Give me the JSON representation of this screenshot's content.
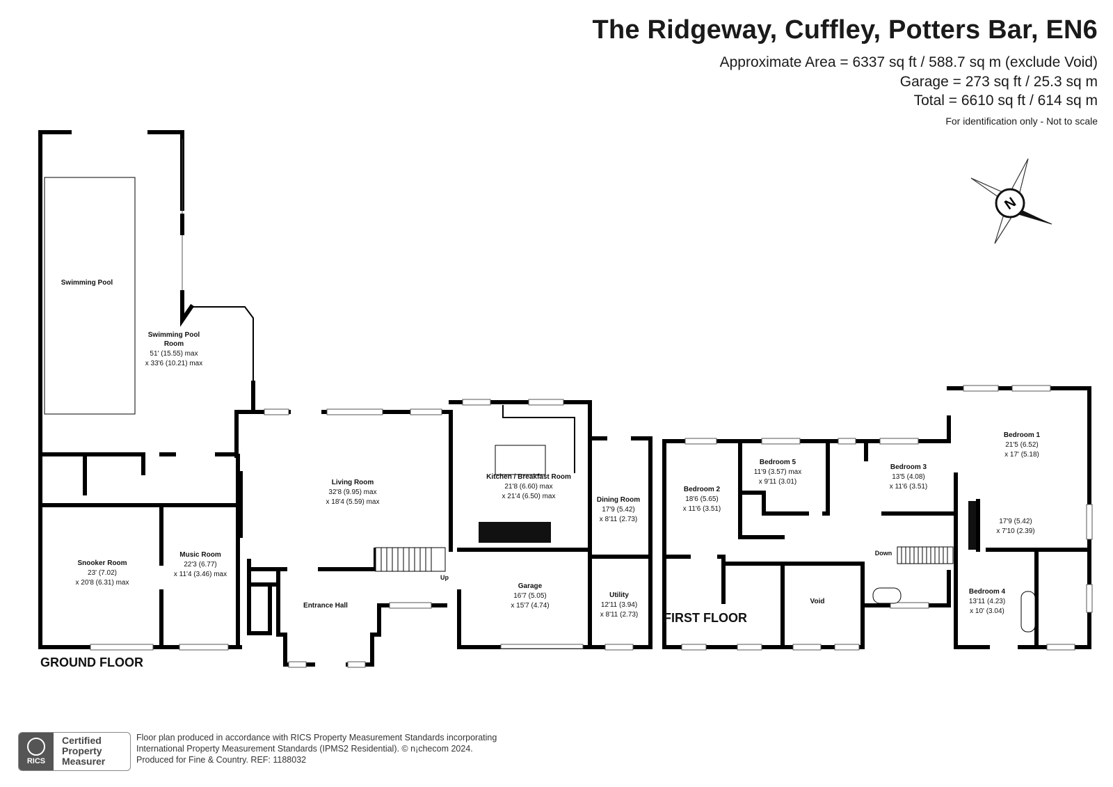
{
  "header": {
    "title": "The Ridgeway, Cuffley, Potters Bar, EN6",
    "area_line": "Approximate Area = 6337 sq ft / 588.7 sq m (exclude Void)",
    "garage_line": "Garage = 273 sq ft / 25.3 sq m",
    "total_line": "Total = 6610 sq ft / 614 sq m",
    "note": "For identification only - Not to scale"
  },
  "compass": {
    "icon": "north-arrow-icon",
    "letter": "N"
  },
  "ground_floor": {
    "label": "GROUND FLOOR",
    "rooms": {
      "swimming_pool": {
        "name": "Swimming Pool"
      },
      "pool_room": {
        "name1": "Swimming Pool",
        "name2": "Room",
        "dim1": "51' (15.55) max",
        "dim2": "x 33'6 (10.21) max"
      },
      "snooker": {
        "name": "Snooker Room",
        "dim1": "23' (7.02)",
        "dim2": "x 20'8 (6.31) max"
      },
      "music": {
        "name": "Music Room",
        "dim1": "22'3 (6.77)",
        "dim2": "x 11'4 (3.46) max"
      },
      "living": {
        "name": "Living Room",
        "dim1": "32'8 (9.95) max",
        "dim2": "x 18'4 (5.59) max"
      },
      "kitchen": {
        "name": "Kitchen / Breakfast Room",
        "dim1": "21'8 (6.60) max",
        "dim2": "x 21'4 (6.50) max"
      },
      "dining": {
        "name": "Dining Room",
        "dim1": "17'9 (5.42)",
        "dim2": "x 8'11 (2.73)"
      },
      "utility": {
        "name": "Utility",
        "dim1": "12'11 (3.94)",
        "dim2": "x 8'11 (2.73)"
      },
      "garage": {
        "name": "Garage",
        "dim1": "16'7 (5.05)",
        "dim2": "x 15'7 (4.74)"
      },
      "entrance": {
        "name": "Entrance Hall"
      }
    },
    "stairs_label": "Up"
  },
  "first_floor": {
    "label": "FIRST FLOOR",
    "rooms": {
      "bed1": {
        "name": "Bedroom 1",
        "dim1": "21'5 (6.52)",
        "dim2": "x 17' (5.18)"
      },
      "bed1_dress": {
        "dim1": "17'9 (5.42)",
        "dim2": "x 7'10 (2.39)"
      },
      "bed2": {
        "name": "Bedroom 2",
        "dim1": "18'6 (5.65)",
        "dim2": "x 11'6 (3.51)"
      },
      "bed3": {
        "name": "Bedroom 3",
        "dim1": "13'5 (4.08)",
        "dim2": "x 11'6 (3.51)"
      },
      "bed4": {
        "name": "Bedroom 4",
        "dim1": "13'11 (4.23)",
        "dim2": "x 10' (3.04)"
      },
      "bed5": {
        "name": "Bedroom 5",
        "dim1": "11'9 (3.57) max",
        "dim2": "x 9'11 (3.01)"
      },
      "void": {
        "name": "Void"
      }
    },
    "stairs_label": "Down"
  },
  "footer": {
    "badge_line1": "Certified",
    "badge_line2": "Property",
    "badge_line3": "Measurer",
    "badge_logo": "RICS",
    "line1": "Floor plan produced in accordance with RICS Property Measurement Standards incorporating",
    "line2": "International Property Measurement Standards (IPMS2 Residential).   © n¡checom 2024.",
    "line3": "Produced for Fine & Country.   REF:  1188032"
  }
}
